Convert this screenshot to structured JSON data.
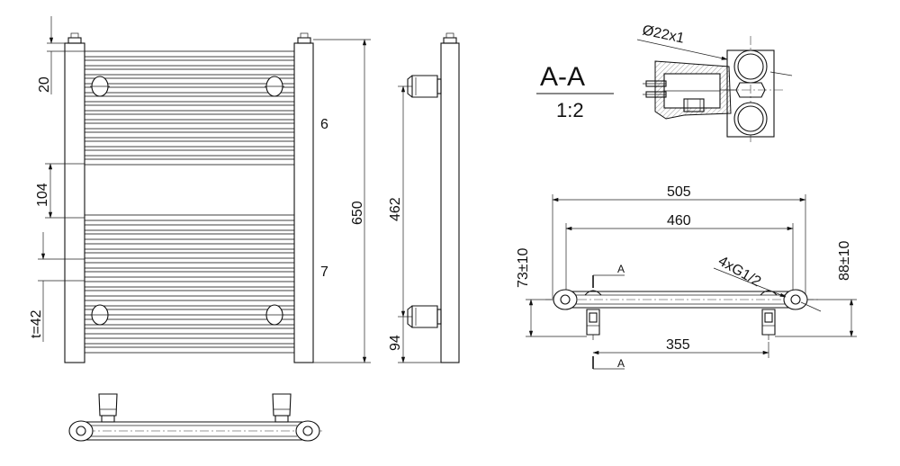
{
  "front_view": {
    "dim_top_gap": "20",
    "dim_gap_upper": "6",
    "dim_gap_middle": "104",
    "dim_gap_lower": "7",
    "dim_tube_thickness": "t=42",
    "dim_total_height": "650"
  },
  "side_view": {
    "dim_bracket_spacing": "462",
    "dim_bottom_offset": "94"
  },
  "section_view": {
    "label": "A-A",
    "scale": "1:2",
    "dim_tube": "Ø22x1"
  },
  "top_view": {
    "dim_overall_width": "505",
    "dim_pipe_centres": "460",
    "dim_connection_spacing": "355",
    "dim_wall_left": "73±10",
    "dim_wall_right": "88±10",
    "dim_connections": "4xG1/2",
    "section_mark_top": "A",
    "section_mark_bottom": "A"
  },
  "colors": {
    "line": "#111111",
    "background": "#ffffff"
  }
}
